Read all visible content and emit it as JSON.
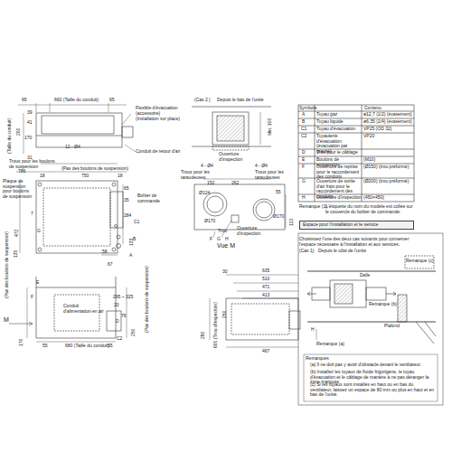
{
  "diagram": {
    "nodes": [
      {
        "text": [
          "Espace pour l'installation et le service"
        ]
      }
    ],
    "labels": [
      "65",
      "660 (Taille du conduit)",
      "65",
      "(Taille du conduit)",
      "200",
      "39",
      "41",
      "170",
      "31",
      "Flexible d'évacuation (accessoire)",
      "(Installation sur place)",
      "12 - Ø4",
      "Conduit de retour d'air",
      "Trous pour les boulons de suspension",
      "(Pas des boulons de suspension)",
      "786",
      "18",
      "750",
      "18",
      "Plaque de suspension pour boulons de suspension",
      "65",
      "35",
      "Boîtier de commande",
      "284",
      "7",
      "472",
      "G",
      "C1",
      "133",
      "135",
      "B",
      "58",
      "A",
      "67",
      "(Pas des boulons de suspension)",
      "E",
      "F",
      "Conduit d'alimentation en air",
      "295 ~ 325",
      "20",
      "(Pas des boulons de suspension)",
      "M",
      "250",
      "D",
      "76",
      "170",
      "C2",
      "55",
      "680 (Taille du conduit)",
      "55",
      "(Cas 2 )",
      "Depuis le bas de l'unité",
      "Min. 100",
      "Ouverture d'inspection",
      "4 - Ø4",
      "Trous pour les taraudeuses",
      "4 - Ø4",
      "Trous pour les taraudeuses",
      "152",
      "262",
      "55",
      "Ø124",
      "Ø170",
      "Ø170",
      "113",
      "Ouverture d'inspection",
      "Trou",
      "F",
      "G",
      "H",
      "Vue M",
      "30",
      "635",
      "510",
      "471",
      "413",
      "250",
      "280",
      "600 (Trou d'inspection)",
      "467",
      "Symbole",
      "Contenu",
      "A",
      "Tuyau gaz",
      "ø12,7 (1/2) (évasement)",
      "B",
      "Tuyau liquide",
      "ø6,35 (1/4) (évasement)",
      "C1",
      "Tuyau d'évacuation",
      "VP25 (OD 32)",
      "C2",
      "Tuyauterie d'évacuation (évacuation par gravité)",
      "VP20",
      "D",
      "Trou pour le câblage",
      "E",
      "Boulons de suspension",
      "(M10)",
      "F",
      "Ouverture de reprise pour le raccordement des conduits",
      "(Ø150) (trou préformé)",
      "G",
      "Ouverture de sortie d'air frais pour le raccordement des conduits",
      "(Ø200) (trou préformé)",
      "H",
      "Ouverture d'inspection",
      "(450×450)",
      "Remarque (1)",
      "L'étiquette du nom du modèle est collée sur le couvercle du boîtier de commande.",
      "Choisissez l'une des deux cas suivants pour conserver l'espace nécessaire à l'installation et aux services.",
      "(Cas 1)",
      "Depuis le côté de l'unité",
      "Remarque (c)",
      "Remarque (b)",
      "Dalle",
      "Plafond",
      "H",
      "Remarque (a)",
      "Remarques",
      "(a) Il ne doit pas y avoir d'obstacle devant le ventilateur.",
      "(b) Installez les tuyaux de fluide frigorigène, le tuyau d'évacuation et le câblage de manière à ne pas déranger la zone marquée",
      "(c) Si les tuyaux sont installés en haut ou en bas du ventilateur, laissez un espace de 80 mm ou plus en haut et en bas de l'unité."
    ]
  }
}
